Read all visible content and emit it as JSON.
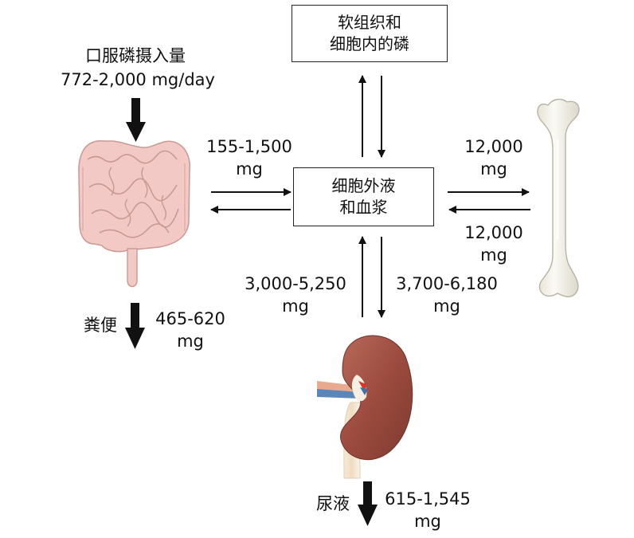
{
  "intake": {
    "label": "口服磷摄入量",
    "amount": "772-2,000 mg/day"
  },
  "soft_tissue_box": {
    "line1": "软组织和",
    "line2": "细胞内的磷"
  },
  "ecf_box": {
    "line1": "细胞外液",
    "line2": "和血浆"
  },
  "gut_exchange": {
    "amount": "155-1,500",
    "unit": "mg"
  },
  "bone_exchange": {
    "to_bone_amount": "12,000",
    "to_bone_unit": "mg",
    "from_bone_amount": "12,000",
    "from_bone_unit": "mg"
  },
  "kidney_exchange": {
    "reabsorbed_amount": "3,000-5,250",
    "reabsorbed_unit": "mg",
    "filtered_amount": "3,700-6,180",
    "filtered_unit": "mg"
  },
  "feces": {
    "label": "粪便",
    "amount": "465-620",
    "unit": "mg"
  },
  "urine": {
    "label": "尿液",
    "amount": "615-1,545",
    "unit": "mg"
  },
  "colors": {
    "intestine": "#f2c9c4",
    "intestine_outline": "#c99a93",
    "kidney": "#9c4b3e",
    "bone": "#f3f1ea",
    "arrow": "#111111"
  }
}
